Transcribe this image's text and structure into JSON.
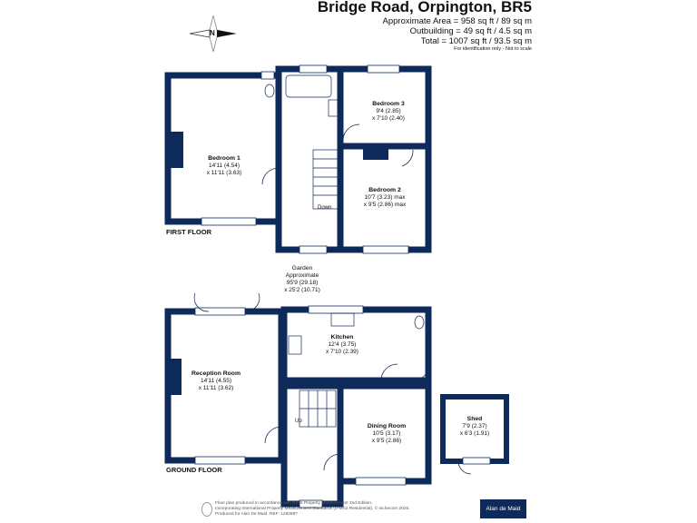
{
  "header": {
    "title": "Bridge Road, Orpington, BR5",
    "approx_area": "Approximate Area = 958 sq ft / 89 sq m",
    "outbuilding": "Outbuilding = 49 sq ft / 4.5 sq m",
    "total": "Total = 1007 sq ft / 93.5 sq m",
    "note": "For identification only - Not to scale",
    "compass_label": "N"
  },
  "first_floor": {
    "label": "FIRST FLOOR",
    "rooms": [
      {
        "name": "Bedroom 1",
        "dim1": "14'11 (4.54)",
        "dim2": "x 11'11 (3.63)"
      },
      {
        "name": "Bedroom 3",
        "dim1": "9'4 (2.85)",
        "dim2": "x 7'10 (2.40)"
      },
      {
        "name": "Bedroom 2",
        "dim1": "10'7 (3.23) max",
        "dim2": "x 9'5 (2.86) max"
      }
    ],
    "stairs_label": "Down"
  },
  "garden": {
    "name": "Garden",
    "dim0": "Approximate",
    "dim1": "95'9 (29.18)",
    "dim2": "x 25'2 (10.71)"
  },
  "ground_floor": {
    "label": "GROUND FLOOR",
    "rooms": [
      {
        "name": "Kitchen",
        "dim1": "12'4 (3.75)",
        "dim2": "x 7'10 (2.39)"
      },
      {
        "name": "Reception Room",
        "dim1": "14'11 (4.55)",
        "dim2": "x 11'11 (3.62)"
      },
      {
        "name": "Dining Room",
        "dim1": "10'5 (3.17)",
        "dim2": "x 9'5 (2.86)"
      }
    ],
    "stairs_label": "Up"
  },
  "shed": {
    "name": "Shed",
    "dim1": "7'9 (2.37)",
    "dim2": "x 6'3 (1.91)"
  },
  "footer": {
    "line1": "Floor plan produced in accordance with RICS Property Measurement 2nd Edition,",
    "line2": "Incorporating International Property Measurement Standards (IPMS2 Residential).  © nichecom 2025.",
    "line3": "Produced for Alan De Maid.    REF: 1282897",
    "brand": "Alan de Maid"
  },
  "colors": {
    "wall": "#0e2a5a"
  }
}
